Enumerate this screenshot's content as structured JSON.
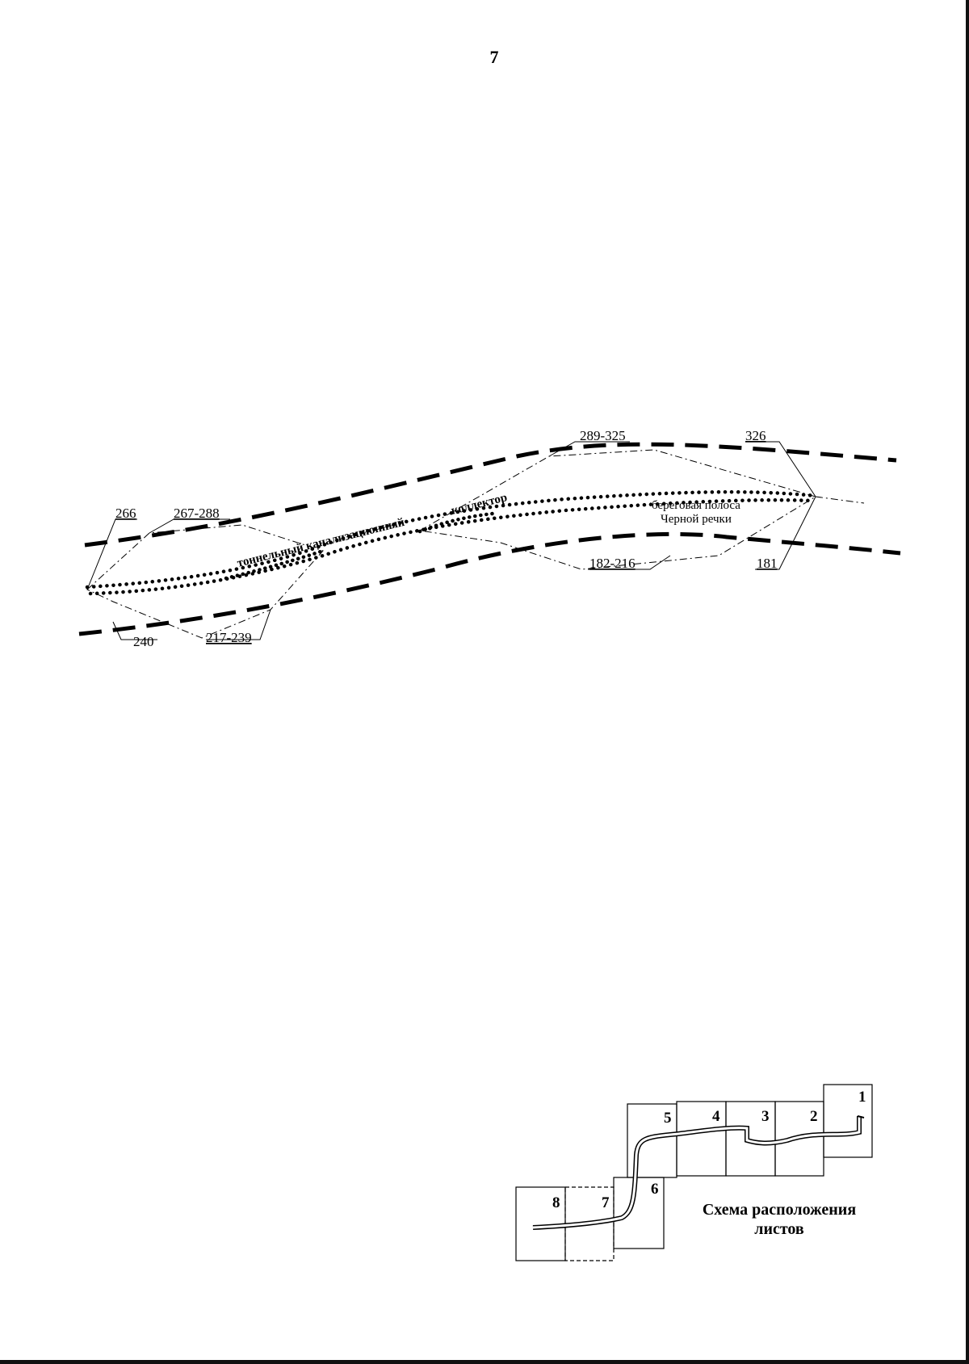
{
  "page": {
    "number": "7"
  },
  "map": {
    "labels": {
      "l266": "266",
      "l267_288": "267-288",
      "l289_325": "289-325",
      "l326": "326",
      "l182_216": "182-216",
      "l181": "181",
      "l240": "240",
      "l217_239": "217-239"
    },
    "collector_label_left": "тоннельный канализационный",
    "collector_label_right": "коллектор",
    "shore_label_line1": "береговая полоса",
    "shore_label_line2": "Черной речки"
  },
  "inset": {
    "sheets": [
      "1",
      "2",
      "3",
      "4",
      "5",
      "6",
      "7",
      "8"
    ],
    "caption_line1": "Схема расположения",
    "caption_line2": "листов"
  }
}
